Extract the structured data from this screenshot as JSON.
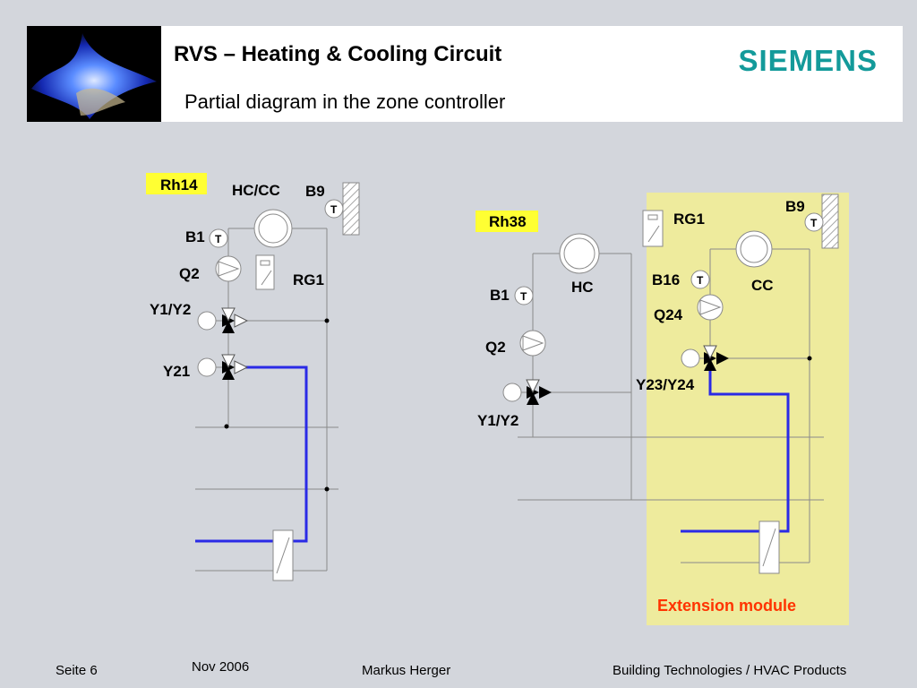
{
  "header": {
    "title": "RVS – Heating & Cooling Circuit",
    "subtitle": "Partial diagram in the zone controller",
    "brand": "SIEMENS"
  },
  "diagram_left": {
    "tag": "Rh14",
    "hccc": "HC/CC",
    "b9": "B9",
    "b1": "B1",
    "q2": "Q2",
    "rg1": "RG1",
    "y1y2": "Y1/Y2",
    "y21": "Y21",
    "sensor_t": "T"
  },
  "diagram_right": {
    "tag": "Rh38",
    "rg1": "RG1",
    "b9": "B9",
    "hc": "HC",
    "b1": "B1",
    "b16": "B16",
    "cc": "CC",
    "q24": "Q24",
    "q2": "Q2",
    "y23y24": "Y23/Y24",
    "y1y2": "Y1/Y2",
    "extension_label": "Extension module",
    "sensor_t": "T"
  },
  "footer": {
    "page": "Seite 6",
    "date": "Nov 2006",
    "author": "Markus Herger",
    "division": "Building Technologies / HVAC Products"
  },
  "colors": {
    "background": "#d3d6dc",
    "brand": "#139a9a",
    "tag_fill": "#ffff33",
    "extension_fill": "#eeeb9d",
    "extension_text": "#ff3300",
    "pipe_blue": "#2a2ae6"
  }
}
